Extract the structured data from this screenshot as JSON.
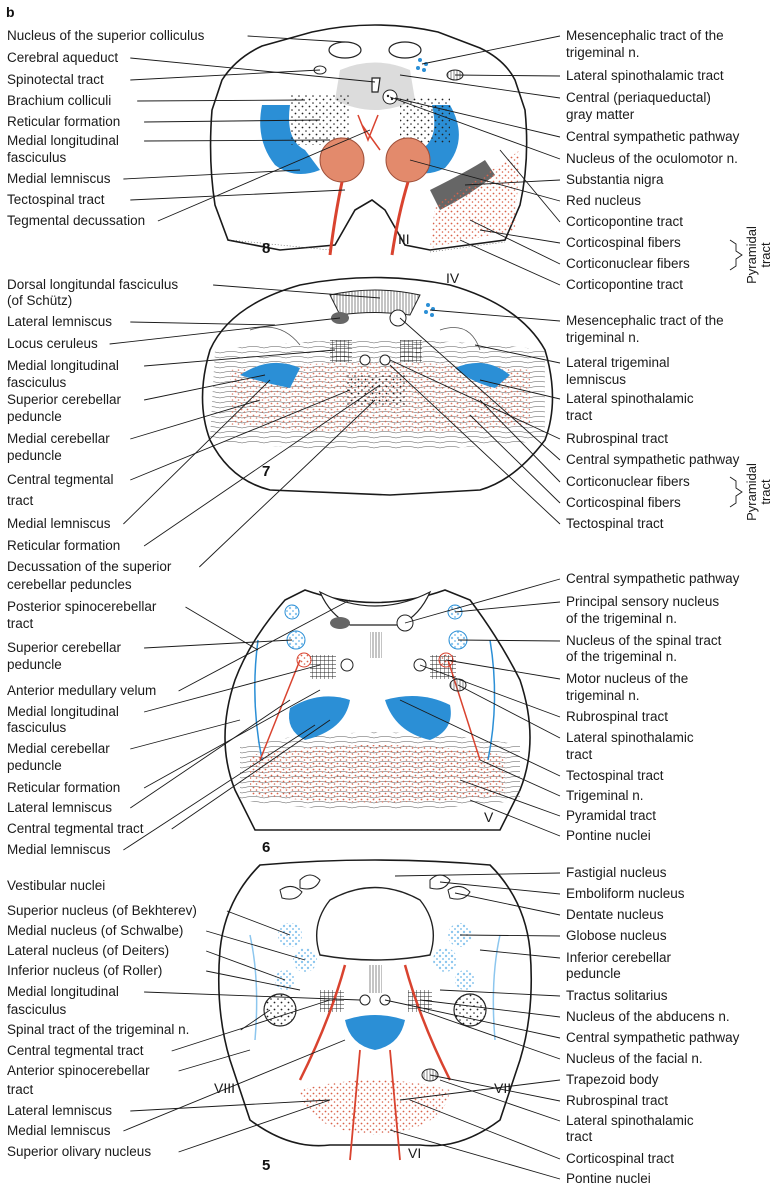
{
  "panel_letter": "b",
  "colors": {
    "blue": "#2b8fd6",
    "light_blue": "#8cc6ee",
    "red": "#d9432f",
    "salmon": "#e38a6c",
    "dots_red": "#d9624a",
    "gray": "#666666",
    "light_gray": "#dcdcdc"
  },
  "sections": [
    {
      "number": "8",
      "roman": [
        "III"
      ],
      "left_labels": [
        "Nucleus of the superior colliculus",
        "Cerebral aqueduct",
        "Spinotectal tract",
        "Brachium colliculi",
        "Reticular formation",
        "Medial longitudinal",
        "fasciculus",
        "Medial lemniscus",
        "Tectospinal tract",
        "Tegmental decussation"
      ],
      "right_labels": [
        "Mesencephalic tract of the",
        "trigeminal n.",
        "Lateral spinothalamic tract",
        "Central (periaqueductal)",
        "gray matter",
        "Central sympathetic pathway",
        "Nucleus of the oculomotor n.",
        "Substantia nigra",
        "Red nucleus",
        "Corticopontine tract",
        "Corticospinal fibers",
        "Corticonuclear fibers",
        "Corticopontine tract"
      ],
      "side_label": [
        "Pyramidal",
        "tract"
      ]
    },
    {
      "number": "7",
      "roman": [
        "IV"
      ],
      "left_labels": [
        "Dorsal longitundal fasciculus",
        "(of Schütz)",
        "Lateral lemniscus",
        "Locus ceruleus",
        "Medial longitudinal",
        "fasciculus",
        "Superior cerebellar",
        "peduncle",
        "Medial cerebellar",
        "peduncle",
        "Central tegmental",
        "tract",
        "Medial lemniscus",
        "Reticular formation",
        "Decussation of the superior",
        "cerebellar peduncles"
      ],
      "right_labels": [
        "Mesencephalic tract of the",
        "trigeminal n.",
        "Lateral trigeminal",
        "lemniscus",
        "Lateral spinothalamic",
        "tract",
        "Rubrospinal tract",
        "Central sympathetic pathway",
        "Corticonuclear fibers",
        "Corticospinal fibers",
        "Tectospinal tract"
      ],
      "side_label": [
        "Pyramidal",
        "tract"
      ]
    },
    {
      "number": "6",
      "roman": [
        "V"
      ],
      "left_labels": [
        "Posterior spinocerebellar",
        "tract",
        "Superior cerebellar",
        "peduncle",
        "Anterior medullary velum",
        "Medial longitudinal",
        "fasciculus",
        "Medial cerebellar",
        "peduncle",
        "Reticular formation",
        "Lateral lemniscus",
        "Central tegmental tract",
        "Medial lemniscus"
      ],
      "right_labels": [
        "Central sympathetic pathway",
        "Principal sensory nucleus",
        "of the trigeminal n.",
        "Nucleus of the spinal tract",
        "of the trigeminal n.",
        "Motor nucleus of the",
        "trigeminal n.",
        "Rubrospinal tract",
        "Lateral spinothalamic",
        "tract",
        "Tectospinal tract",
        "Trigeminal n.",
        "Pyramidal tract",
        "Pontine nuclei"
      ]
    },
    {
      "number": "5",
      "roman": [
        "VIII",
        "VII",
        "VI"
      ],
      "left_labels": [
        "Vestibular nuclei",
        "Superior nucleus (of Bekhterev)",
        "Medial nucleus (of Schwalbe)",
        "Lateral nucleus (of Deiters)",
        "Inferior nucleus (of Roller)",
        "Medial longitudinal",
        "fasciculus",
        "Spinal tract of the trigeminal n.",
        "Central tegmental tract",
        "Anterior spinocerebellar",
        "tract",
        "Lateral lemniscus",
        "Medial lemniscus",
        "Superior olivary nucleus"
      ],
      "right_labels": [
        "Fastigial nucleus",
        "Emboliform nucleus",
        "Dentate nucleus",
        "Globose nucleus",
        "Inferior cerebellar",
        "peduncle",
        "Tractus solitarius",
        "Nucleus of the abducens n.",
        "Central sympathetic pathway",
        "Nucleus of the facial n.",
        "Trapezoid body",
        "Rubrospinal tract",
        "Lateral spinothalamic",
        "tract",
        "Corticospinal tract",
        "Pontine nuclei"
      ]
    }
  ]
}
